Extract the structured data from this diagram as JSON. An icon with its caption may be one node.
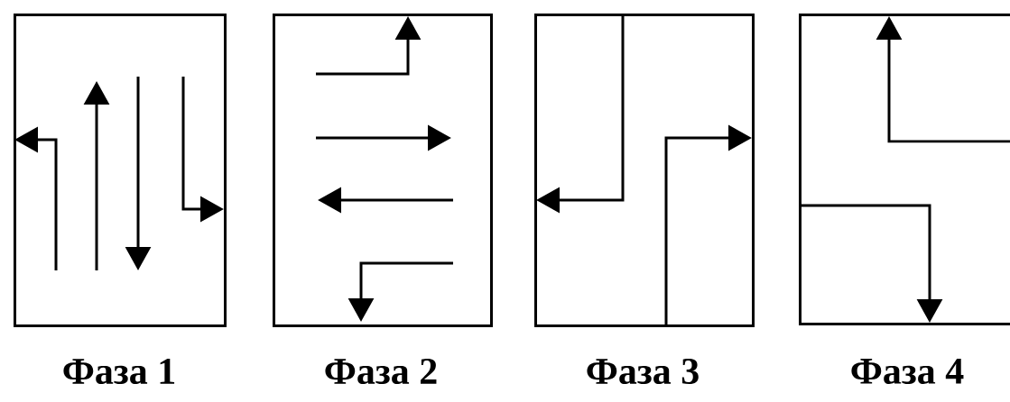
{
  "diagram": {
    "nodes": [
      {
        "text": [
          "Фаза 1"
        ]
      },
      {
        "text": [
          "Фаза 2"
        ]
      },
      {
        "text": [
          "Фаза 3"
        ]
      },
      {
        "text": [
          "Фаза 4"
        ]
      }
    ]
  }
}
